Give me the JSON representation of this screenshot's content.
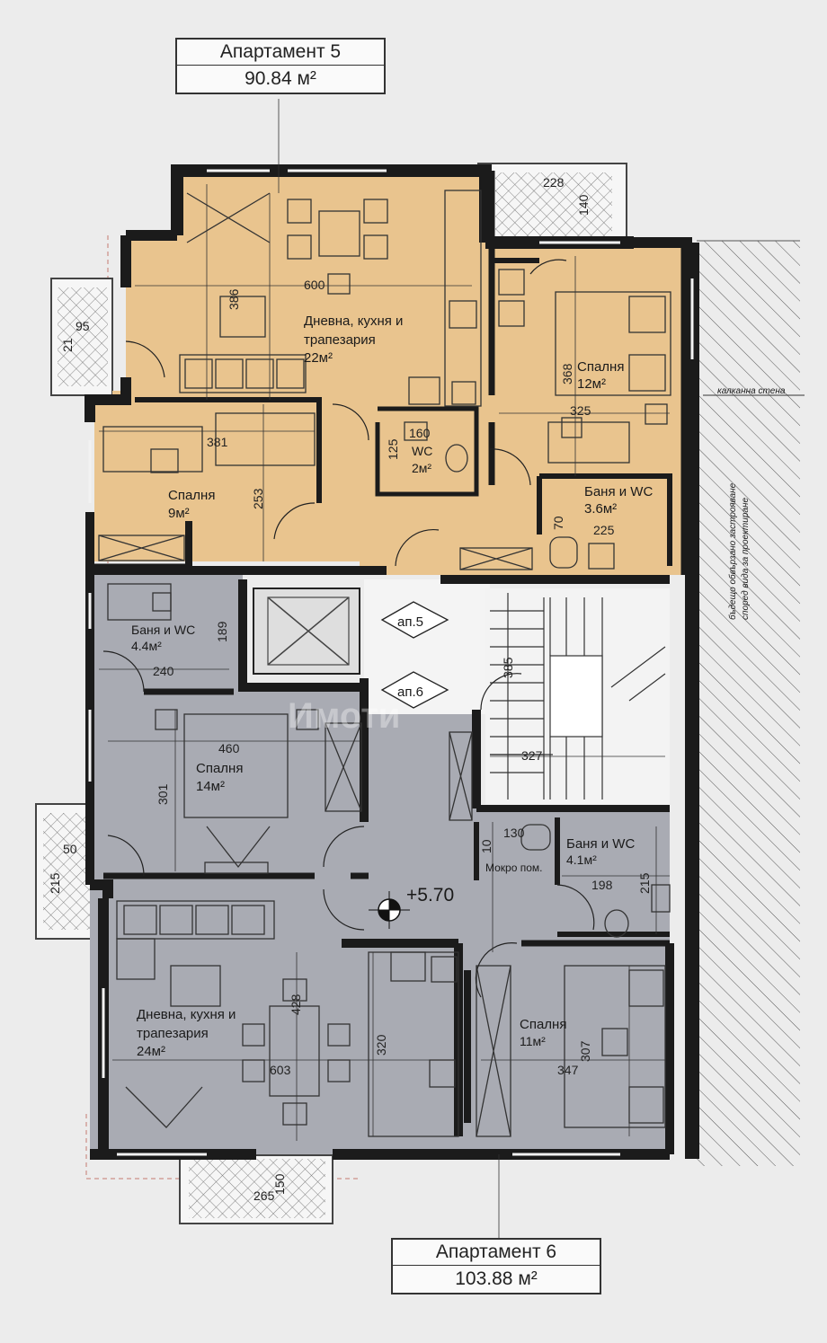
{
  "apartment5": {
    "title": "Апартамент 5",
    "area": "90.84 м²"
  },
  "apartment6": {
    "title": "Апартамент 6",
    "area": "103.88 м²"
  },
  "level": "+5.70",
  "wall_note": {
    "line1": "калканна стена",
    "line2": "бъдещо обвързано застрояване",
    "line3": "според вида за проектиране"
  },
  "stair_markers": {
    "ap5": "ап.5",
    "ap6": "ап.6"
  },
  "watermark": "Имоти",
  "rooms": {
    "living5": {
      "name1": "Дневна, кухня и",
      "name2": "трапезария",
      "area": "22м²"
    },
    "bed12": {
      "name": "Спалня",
      "area": "12м²"
    },
    "bed9": {
      "name": "Спалня",
      "area": "9м²"
    },
    "wc2": {
      "name": "WC",
      "area": "2м²"
    },
    "bath36": {
      "name": "Баня и WC",
      "area": "3.6м²"
    },
    "bath44": {
      "name": "Баня и WC",
      "area": "4.4м²"
    },
    "bed14": {
      "name": "Спалня",
      "area": "14м²"
    },
    "bath41": {
      "name": "Баня и WC",
      "area": "4.1м²"
    },
    "wet": {
      "name": "Мокро пом."
    },
    "living6": {
      "name1": "Дневна, кухня и",
      "name2": "трапезария",
      "area": "24м²"
    },
    "bed11": {
      "name": "Спалня",
      "area": "11м²"
    }
  },
  "dims": {
    "d600": "600",
    "d386": "386",
    "d228": "228",
    "d140": "140",
    "d95": "95",
    "d21": "21",
    "d368": "368",
    "d325": "325",
    "d381": "381",
    "d253": "253",
    "d160": "160",
    "d125": "125",
    "d70": "70",
    "d225": "225",
    "d189": "189",
    "d240": "240",
    "d385": "385",
    "d327": "327",
    "d460": "460",
    "d301": "301",
    "d130": "130",
    "d198": "198",
    "d215": "215",
    "d50": "50",
    "d215b": "215",
    "d428": "428",
    "d320": "320",
    "d603": "603",
    "d307": "307",
    "d347": "347",
    "d265": "265",
    "d150": "150",
    "d10": "10"
  },
  "colors": {
    "apt5": "#e9c48e",
    "apt6": "#a9abb3",
    "wall": "#1b1b1b",
    "paper": "#ececec",
    "common": "#f4f4f4"
  }
}
